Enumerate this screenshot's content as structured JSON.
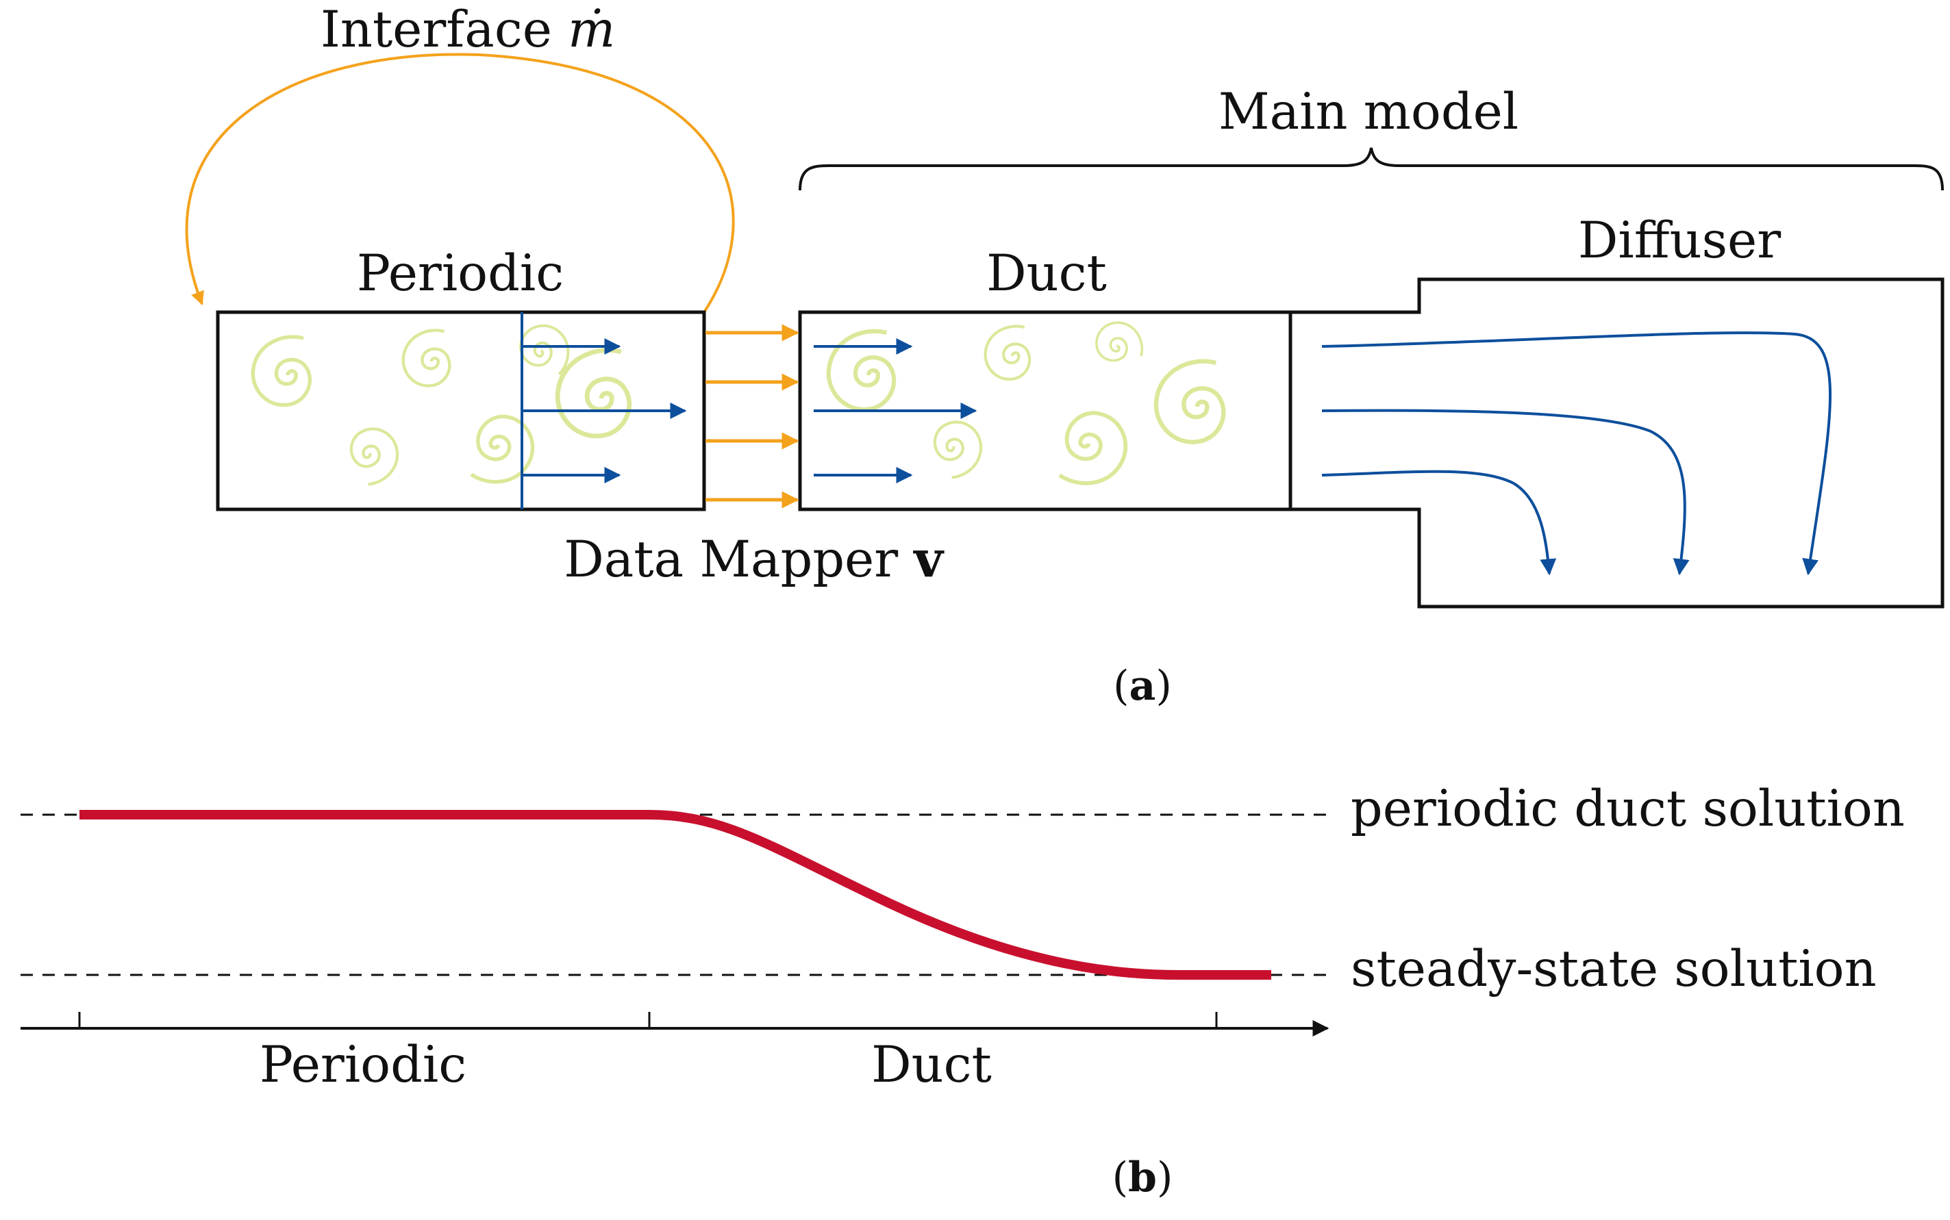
{
  "panel_a": {
    "interface_label_text": "Interface ",
    "interface_label_symbol": "ṁ",
    "main_model_label": "Main model",
    "periodic_label": "Periodic",
    "duct_label": "Duct",
    "diffuser_label": "Diffuser",
    "data_mapper_label_text": "Data Mapper ",
    "data_mapper_label_symbol": "v",
    "caption": "a"
  },
  "panel_b": {
    "periodic_level_label": "periodic duct solution",
    "steady_level_label": "steady-state solution",
    "axis_labels": [
      "Periodic",
      "Duct"
    ],
    "caption": "b"
  },
  "colors": {
    "interface_loop": "#f4a21c",
    "velocity_arrows": "#0d4f9c",
    "vortices": "#dde79a",
    "solution_curve": "#c8102e",
    "outline": "#111111"
  }
}
